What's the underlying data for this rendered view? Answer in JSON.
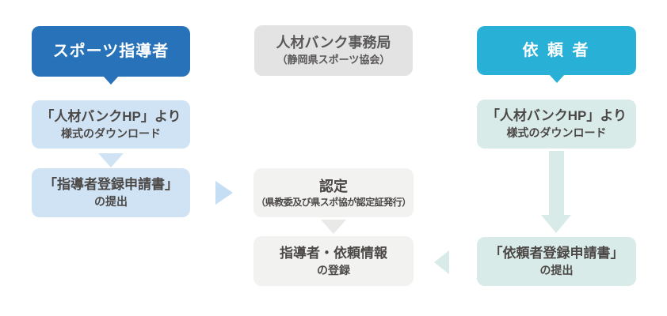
{
  "colors": {
    "background": "#ffffff",
    "instructor_header_bg": "#2772b8",
    "office_header_bg": "#e3e3e3",
    "requester_header_bg": "#29b0d7",
    "instructor_step_bg": "#cfe3f5",
    "office_step_bg": "#f2f2f0",
    "requester_step_bg": "#d9ebe8",
    "instructor_arrow": "#cfe3f5",
    "instructor_to_office_arrow": "#c6def3",
    "office_arrow": "#e9e9e7",
    "requester_arrow": "#d9ebe8",
    "header_text": "#ffffff",
    "office_header_text": "#595757",
    "step_text": "#4b4846"
  },
  "columns": [
    {
      "header": {
        "label": "スポーツ指導者"
      },
      "steps": [
        {
          "line1": "「人材バンクHP」より",
          "line2": "様式のダウンロード"
        },
        {
          "line1": "「指導者登録申請書」",
          "line2": "の提出"
        }
      ]
    },
    {
      "header": {
        "line1": "人材バンク事務局",
        "line2": "（静岡県スポーツ協会）"
      },
      "steps": [
        {
          "line1": "認定",
          "line2": "（県教委及び県スポ協が認定証発行）"
        },
        {
          "line1": "指導者・依頼情報",
          "line2": "の登録"
        }
      ]
    },
    {
      "header": {
        "label": "依 頼 者"
      },
      "steps": [
        {
          "line1": "「人材バンクHP」より",
          "line2": "様式のダウンロード"
        },
        {
          "line1": "「依頼者登録申請書」",
          "line2": "の提出"
        }
      ]
    }
  ]
}
